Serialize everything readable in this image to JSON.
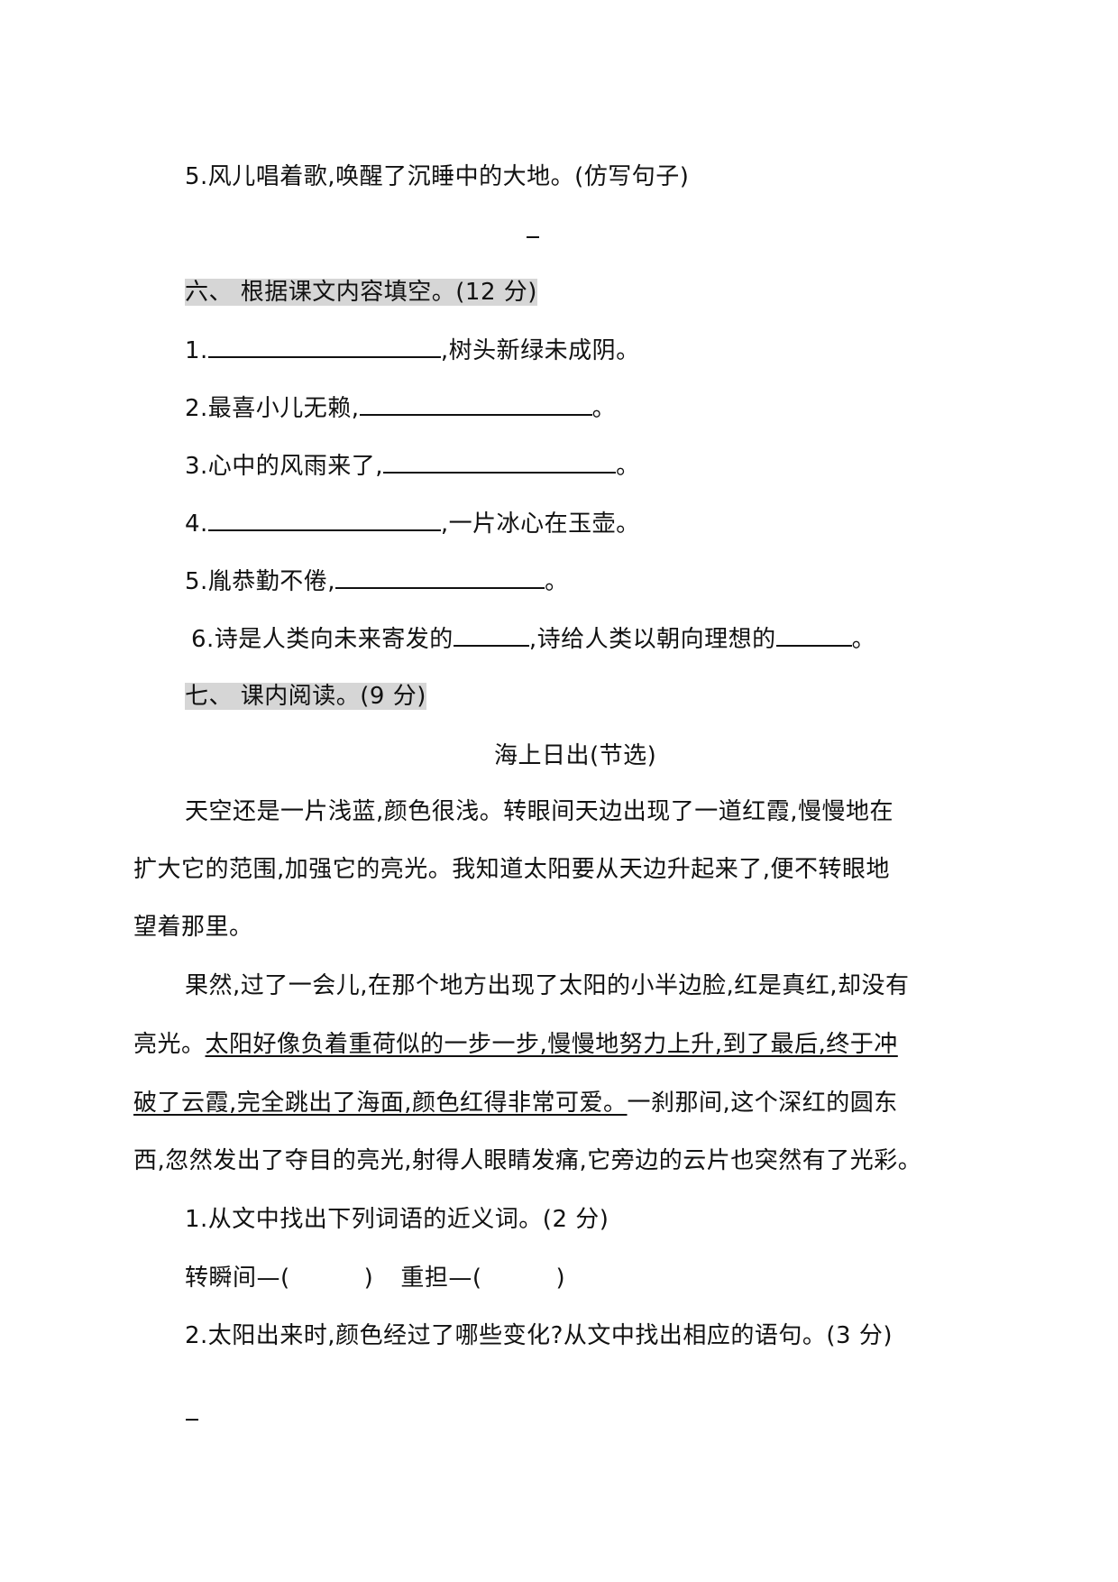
{
  "q5_rewrite": {
    "text": "5.风儿唱着歌,唤醒了沉睡中的大地。(仿写句子)",
    "answer_mark": "_"
  },
  "section6": {
    "heading": "六、根据课文内容填空。(12分)",
    "heading_main": "六、 根据课文内容填空。",
    "heading_score": "(12 分)",
    "items": [
      {
        "prefix": "1.",
        "suffix": ",树头新绿未成阴。"
      },
      {
        "prefix": "2.最喜小儿无赖,",
        "suffix": "。"
      },
      {
        "prefix": "3.心中的风雨来了,",
        "suffix": "。"
      },
      {
        "prefix": "4.",
        "suffix": ",一片冰心在玉壶。"
      },
      {
        "prefix": "5.胤恭勤不倦,",
        "suffix": "。"
      },
      {
        "prefix": "6.诗是人类向未来寄发的",
        "middle": ",诗给人类以朝向理想的",
        "suffix": "。"
      }
    ]
  },
  "section7": {
    "heading_main": "七、 课内阅读。",
    "heading_score": "(9 分)",
    "passage_title": "海上日出(节选)",
    "paragraph1": {
      "lines": [
        "天空还是一片浅蓝,颜色很浅。转眼间天边出现了一道红霞,慢慢地在",
        "扩大它的范围,加强它的亮光。我知道太阳要从天边升起来了,便不转眼地",
        "望着那里。"
      ]
    },
    "paragraph2": {
      "line1": "果然,过了一会儿,在那个地方出现了太阳的小半边脸,红是真红,却没有",
      "line2_plain": "亮光。",
      "line2_underlined": "太阳好像负着重荷似的一步一步,慢慢地努力上升,到了最后,终于冲",
      "line3_underlined": "破了云霞,完全跳出了海面,颜色红得非常可爱。",
      "line3_plain": "一刹那间,这个深红的圆东",
      "line4": "西,忽然发出了夺目的亮光,射得人眼睛发痛,它旁边的云片也突然有了光彩。"
    },
    "questions": [
      {
        "text": "1.从文中找出下列词语的近义词。(2 分)",
        "pairs": [
          {
            "word": "转瞬间—(",
            "close": ")"
          },
          {
            "word": "重担—(",
            "close": ")"
          }
        ]
      },
      {
        "text": "2.太阳出来时,颜色经过了哪些变化?从文中找出相应的语句。(3 分)",
        "answer_mark": "_"
      }
    ]
  },
  "colors": {
    "text": "#111111",
    "heading_highlight": "#d6d6d6",
    "background": "#ffffff"
  }
}
